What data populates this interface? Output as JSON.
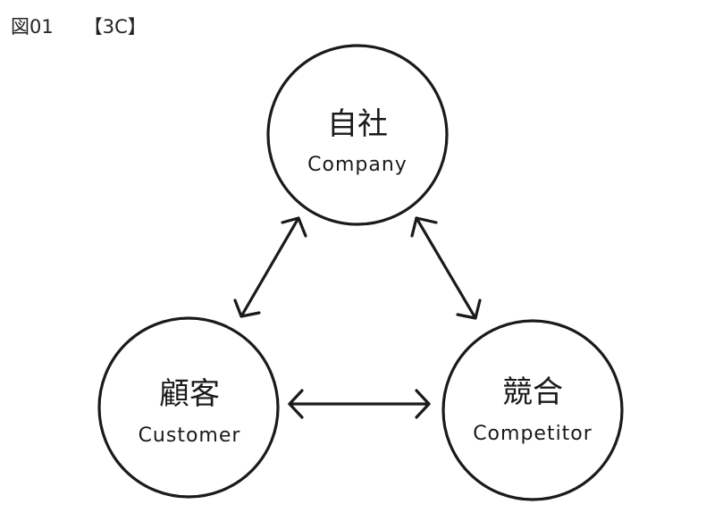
{
  "figure": {
    "number": "図01",
    "title": "【3C】"
  },
  "nodes": [
    {
      "id": "company",
      "jp": "自社",
      "en": "Company"
    },
    {
      "id": "customer",
      "jp": "顧客",
      "en": "Customer"
    },
    {
      "id": "competitor",
      "jp": "競合",
      "en": "Competitor"
    }
  ],
  "edges": [
    {
      "from": "company",
      "to": "customer",
      "type": "bidirectional"
    },
    {
      "from": "company",
      "to": "competitor",
      "type": "bidirectional"
    },
    {
      "from": "customer",
      "to": "competitor",
      "type": "bidirectional"
    }
  ],
  "colors": {
    "stroke": "#1a1a1a",
    "background": "#ffffff"
  }
}
